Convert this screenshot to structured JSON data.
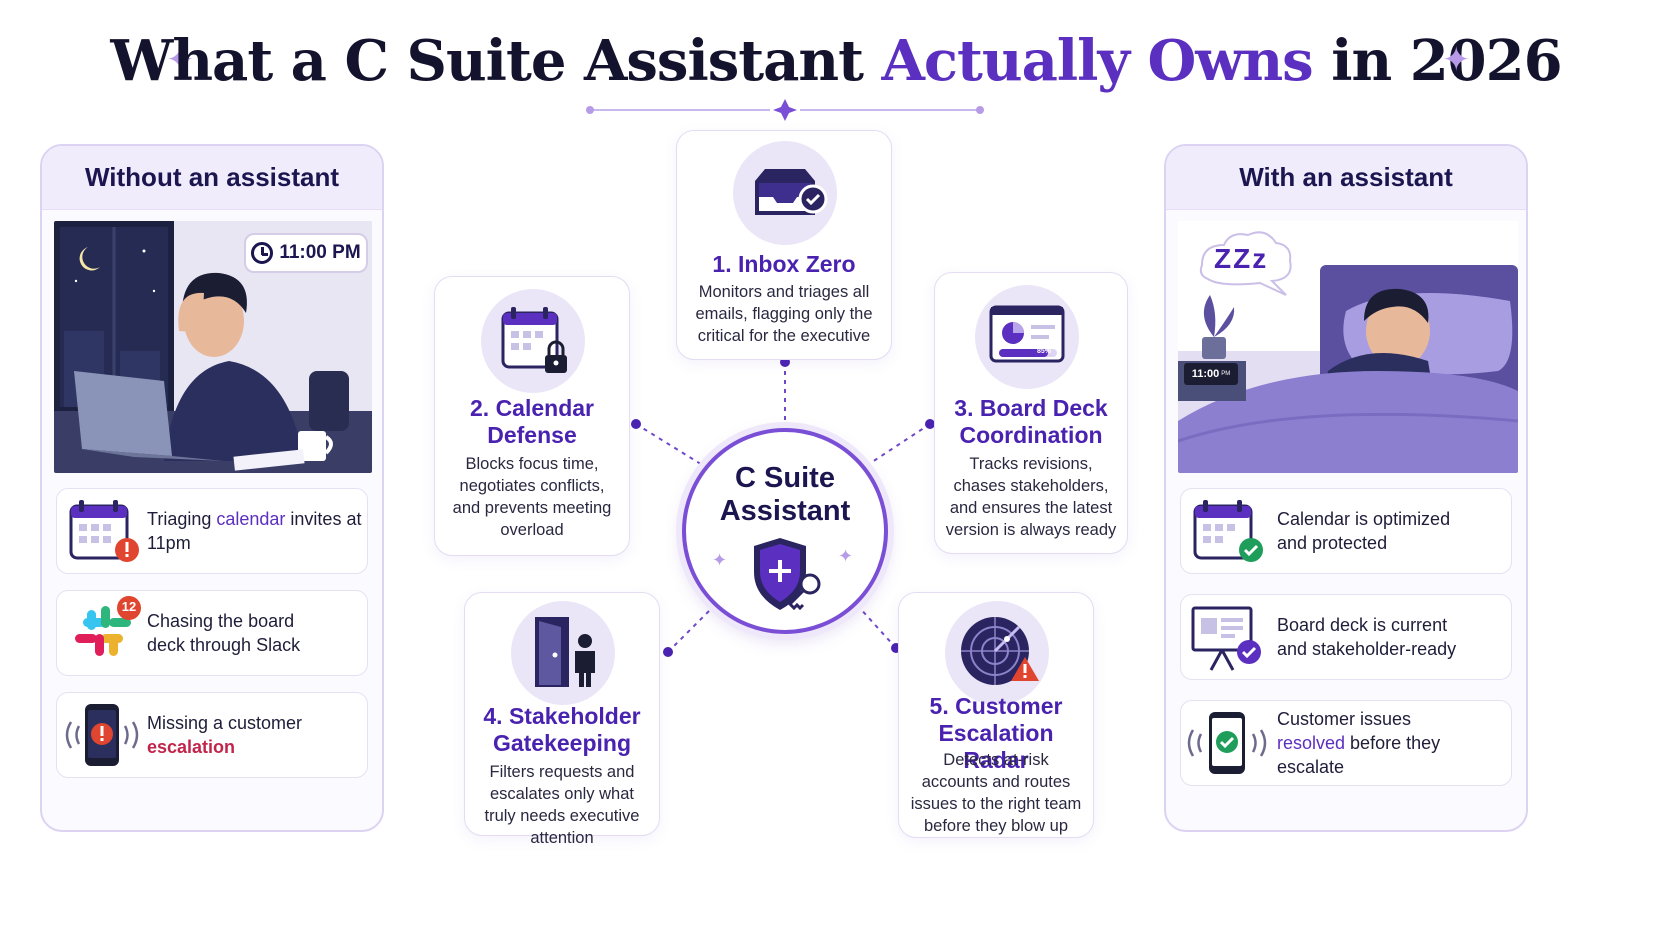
{
  "title": {
    "part1": "What a C Suite Assistant ",
    "accent": "Actually Owns",
    "part2": " in 2026"
  },
  "hub": {
    "title": "C Suite Assistant",
    "icon": "shield-key-icon"
  },
  "steps": [
    {
      "title": "1. Inbox Zero",
      "desc": "Monitors and triages all emails, flagging only the critical for the executive",
      "icon": "inbox-check-icon"
    },
    {
      "title": "2. Calendar Defense",
      "desc": "Blocks focus time, negotiates conflicts, and prevents meeting overload",
      "icon": "calendar-lock-icon"
    },
    {
      "title": "3. Board Deck Coordination",
      "desc": "Tracks revisions, chases stakeholders, and ensures the latest version is always ready",
      "icon": "presentation-chart-icon",
      "progress_label": "85%"
    },
    {
      "title": "4. Stakeholder Gatekeeping",
      "desc": "Filters requests and escalates only what truly needs executive attention",
      "icon": "door-person-icon"
    },
    {
      "title": "5. Customer Escalation Radar",
      "desc": "Detects at-risk accounts and routes issues to the right team before they blow up",
      "icon": "radar-alert-icon"
    }
  ],
  "without": {
    "heading": "Without an assistant",
    "clock_time": "11:00 PM",
    "items": [
      {
        "pre": "Triaging ",
        "hl": "calendar",
        "post": " invites at 11pm",
        "icon": "calendar-alert-icon"
      },
      {
        "pre": "Chasing the board deck through Slack",
        "hl": "",
        "post": "",
        "icon": "slack-icon",
        "badge": "12"
      },
      {
        "pre": "Missing a customer ",
        "hl": "escalation",
        "post": "",
        "icon": "phone-alert-icon"
      }
    ]
  },
  "with": {
    "heading": "With an assistant",
    "clock_time": "11:00",
    "clock_suffix": "PM",
    "sleep_text": "ZZz",
    "items": [
      {
        "pre": "Calendar is optimized and protected",
        "hl": "",
        "post": "",
        "icon": "calendar-check-icon"
      },
      {
        "pre": "Board deck is current and stakeholder-ready",
        "hl": "",
        "post": "",
        "icon": "presentation-check-icon"
      },
      {
        "pre": "Customer issues ",
        "hl": "resolved",
        "post": " before they escalate",
        "icon": "phone-check-icon"
      }
    ]
  },
  "colors": {
    "accent": "#5b2fc0",
    "navy": "#1b1650",
    "alert": "#e0452f",
    "ok": "#1f9d5a",
    "lavender": "#ebe6f7"
  }
}
